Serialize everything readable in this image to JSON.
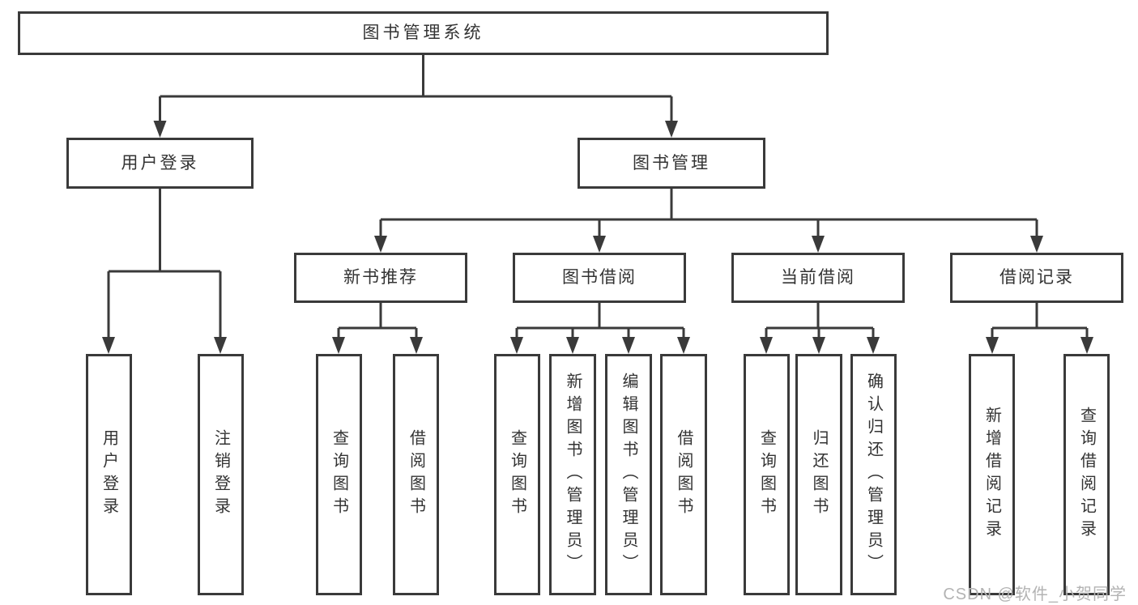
{
  "diagram_type": "tree",
  "tree": {
    "label": "图书管理系统",
    "children": [
      {
        "label": "用户登录",
        "children": [
          {
            "label": "用户登录"
          },
          {
            "label": "注销登录"
          }
        ]
      },
      {
        "label": "图书管理",
        "children": [
          {
            "label": "新书推荐",
            "children": [
              {
                "label": "查询图书"
              },
              {
                "label": "借阅图书"
              }
            ]
          },
          {
            "label": "图书借阅",
            "children": [
              {
                "label": "查询图书"
              },
              {
                "label": "新增图书（管理员）"
              },
              {
                "label": "编辑图书（管理员）"
              },
              {
                "label": "借阅图书"
              }
            ]
          },
          {
            "label": "当前借阅",
            "children": [
              {
                "label": "查询图书"
              },
              {
                "label": "归还图书"
              },
              {
                "label": "确认归还（管理员）"
              }
            ]
          },
          {
            "label": "借阅记录",
            "children": [
              {
                "label": "新增借阅记录"
              },
              {
                "label": "查询借阅记录"
              }
            ]
          }
        ]
      }
    ]
  },
  "watermark": {
    "text": "CSDN @软件_小贺同学"
  },
  "colors": {
    "line": "#3a3a3a",
    "border": "#3a3a3a",
    "text": "#333333",
    "watermark": "#b3b3b3",
    "bg": "#ffffff"
  }
}
